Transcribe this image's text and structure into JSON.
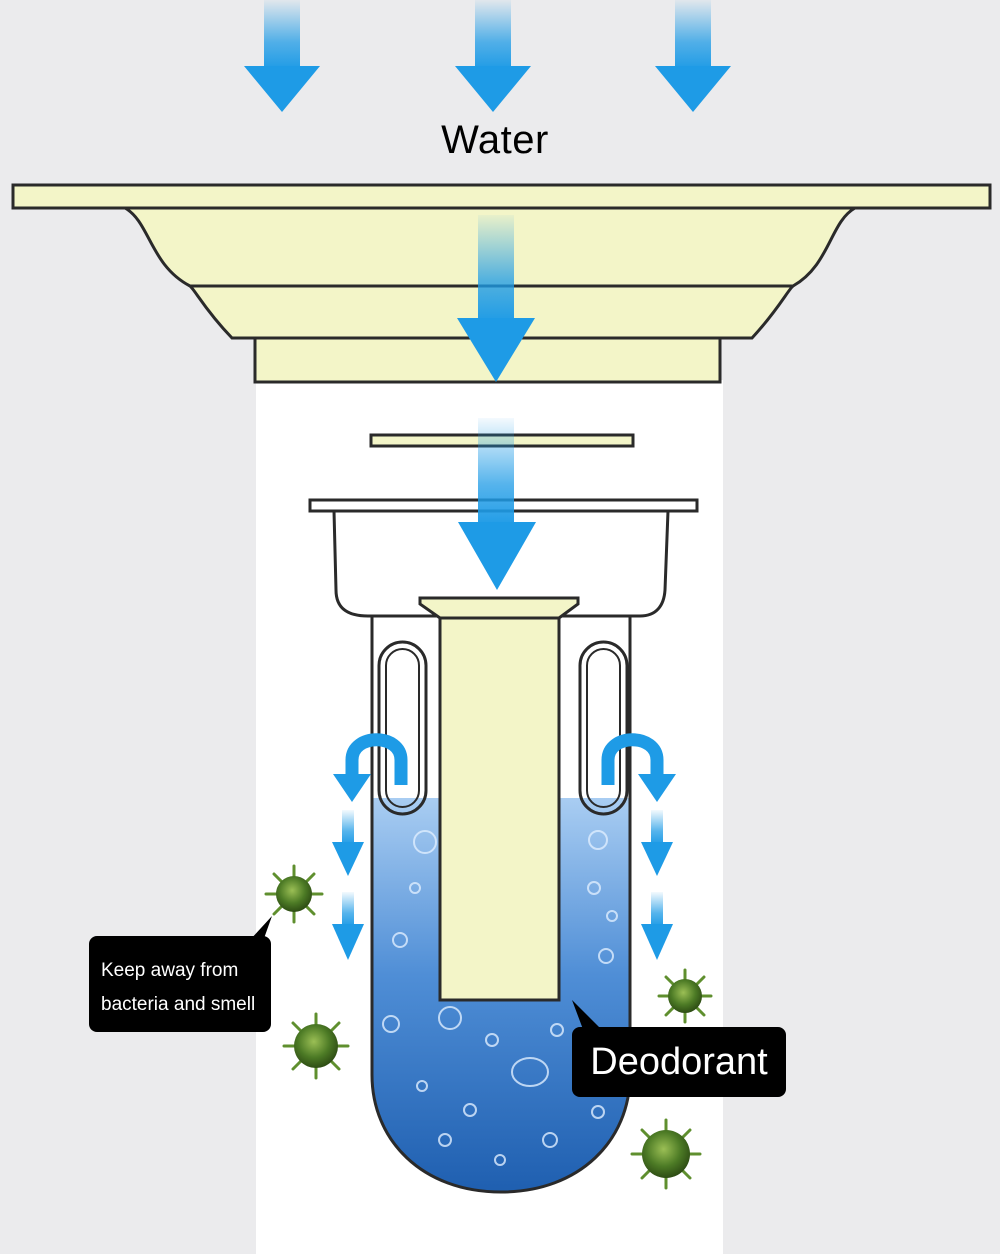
{
  "labels": {
    "water": "Water",
    "keep_away_line1": "Keep away from",
    "keep_away_line2": "bacteria and smell",
    "deodorant": "Deodorant"
  },
  "icons": {
    "flow_arrow": "down-arrow-icon",
    "return_arrow": "u-turn-arrow-icon",
    "germ": "bacteria-icon"
  },
  "colors": {
    "background": "#ebebed",
    "channel": "#ffffff",
    "drain_body": "#f3f5c8",
    "outline": "#2a2a2a",
    "arrow": "#1e9be6",
    "water": "#3f7fcf",
    "germ": "#4d7a2a",
    "callout": "#000000"
  }
}
